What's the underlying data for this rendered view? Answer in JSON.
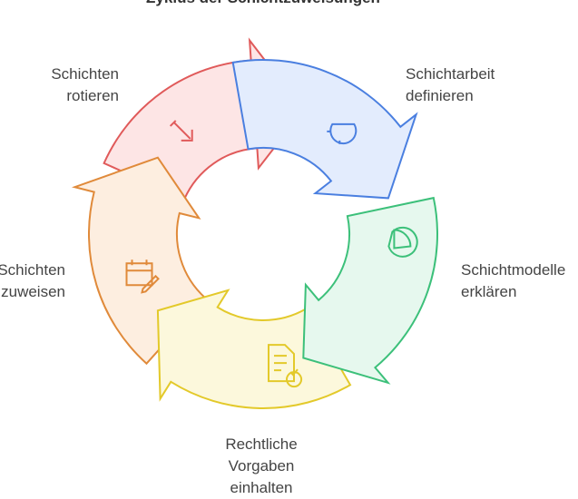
{
  "title": "Zyklus der Schichtzuweisungen",
  "steps": [
    {
      "label": "Schichtarbeit definieren",
      "line1": "Schichtarbeit",
      "line2": "definieren",
      "icon": "pie-chart-icon",
      "stroke": "#4a7fe0",
      "fill": "#e3ecfd"
    },
    {
      "label": "Schichtmodelle erklären",
      "line1": "Schichtmodelle",
      "line2": "erklären",
      "icon": "pie-chart-slice-icon",
      "stroke": "#3cc07a",
      "fill": "#e6f8ee"
    },
    {
      "label": "Rechtliche Vorgaben einhalten",
      "line1": "Rechtliche",
      "line2": "Vorgaben",
      "line3": "einhalten",
      "icon": "document-check-icon",
      "stroke": "#e3c92a",
      "fill": "#fcf8dc"
    },
    {
      "label": "Schichten zuweisen",
      "line1": "Schichten",
      "line2": "zuweisen",
      "icon": "calendar-edit-icon",
      "stroke": "#e08a3a",
      "fill": "#fdeee0"
    },
    {
      "label": "Schichten rotieren",
      "line1": "Schichten",
      "line2": "rotieren",
      "icon": "arrow-down-right-icon",
      "stroke": "#e05a5a",
      "fill": "#fde5e5"
    }
  ]
}
